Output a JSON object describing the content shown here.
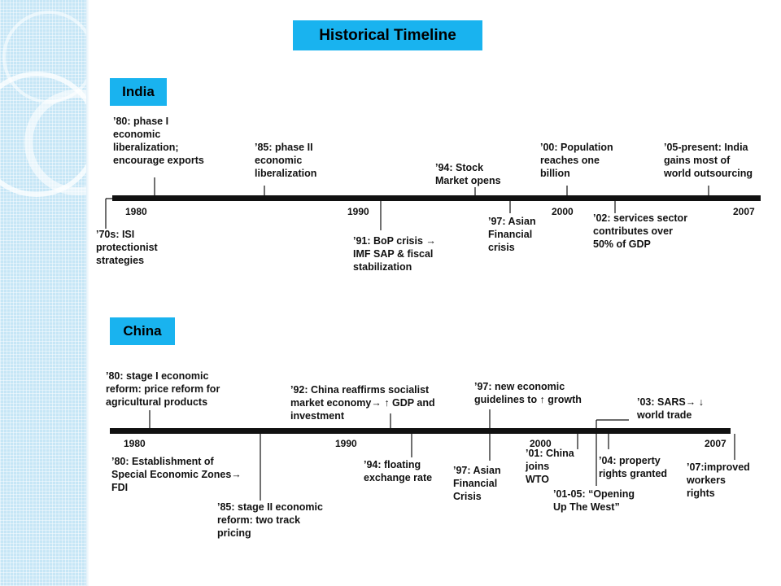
{
  "title": "Historical Timeline",
  "colors": {
    "accent": "#19b3ef",
    "axis": "#111111",
    "panel": "#c6e6f6"
  },
  "india": {
    "label": "India",
    "years": [
      "1980",
      "1990",
      "2000",
      "2007"
    ],
    "events": [
      {
        "id": "in-80",
        "lines": [
          "’80: phase I",
          "economic",
          "liberalization;",
          "encourage exports"
        ]
      },
      {
        "id": "in-85",
        "lines": [
          "’85: phase II",
          "economic",
          "liberalization"
        ]
      },
      {
        "id": "in-94",
        "lines": [
          "’94: Stock",
          "Market opens"
        ]
      },
      {
        "id": "in-00",
        "lines": [
          "’00: Population",
          "reaches one",
          "billion"
        ]
      },
      {
        "id": "in-05",
        "lines": [
          "’05-present: India",
          "gains most of",
          "world outsourcing"
        ]
      },
      {
        "id": "in-70",
        "lines": [
          "’70s: ISI",
          "protectionist",
          "strategies"
        ]
      },
      {
        "id": "in-91",
        "lines": [
          "’91: BoP crisis →",
          "IMF SAP & fiscal",
          "stabilization"
        ]
      },
      {
        "id": "in-97",
        "lines": [
          "’97: Asian",
          "Financial",
          "crisis"
        ]
      },
      {
        "id": "in-02",
        "lines": [
          "’02: services sector",
          "contributes over",
          "50% of GDP"
        ]
      }
    ]
  },
  "china": {
    "label": "China",
    "years": [
      "1980",
      "1990",
      "2000",
      "2007"
    ],
    "events": [
      {
        "id": "cn-80a",
        "lines": [
          "’80: stage I economic",
          "reform: price reform for",
          "agricultural products"
        ]
      },
      {
        "id": "cn-92",
        "lines": [
          "’92: China reaffirms socialist",
          "market economy→ ↑ GDP and",
          "investment"
        ]
      },
      {
        "id": "cn-97a",
        "lines": [
          "’97: new economic",
          "guidelines to ↑ growth"
        ]
      },
      {
        "id": "cn-03",
        "lines": [
          "’03: SARS→ ↓",
          "world trade"
        ]
      },
      {
        "id": "cn-80b",
        "lines": [
          "’80: Establishment of",
          "Special Economic Zones→",
          "FDI"
        ]
      },
      {
        "id": "cn-85",
        "lines": [
          "’85: stage II economic",
          "reform: two track",
          "pricing"
        ]
      },
      {
        "id": "cn-94",
        "lines": [
          "’94: floating",
          "exchange rate"
        ]
      },
      {
        "id": "cn-97b",
        "lines": [
          "’97: Asian",
          "Financial",
          "Crisis"
        ]
      },
      {
        "id": "cn-01",
        "lines": [
          "’01: China",
          "joins",
          "WTO"
        ]
      },
      {
        "id": "cn-0105",
        "lines": [
          "’01-05: “Opening",
          "Up The West”"
        ]
      },
      {
        "id": "cn-04",
        "lines": [
          "’04: property",
          "rights granted"
        ]
      },
      {
        "id": "cn-07",
        "lines": [
          "’07:improved",
          "workers",
          "rights"
        ]
      }
    ]
  }
}
